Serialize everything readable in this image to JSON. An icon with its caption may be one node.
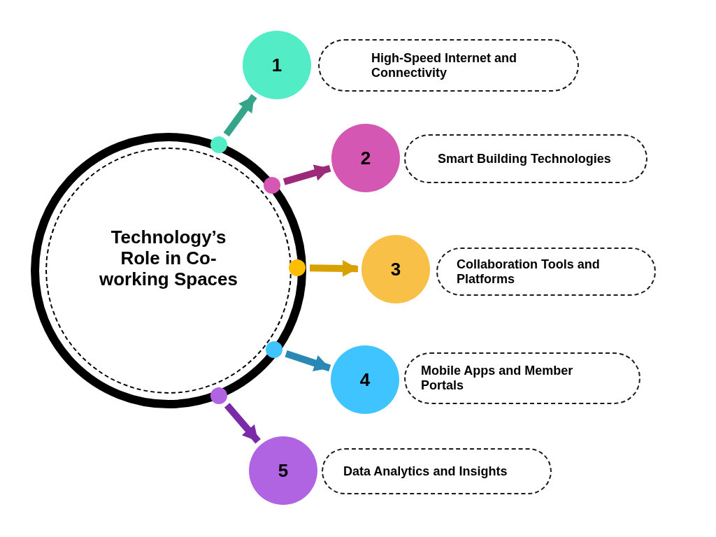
{
  "diagram": {
    "nodes": [
      {
        "text": [
          "Technology’s Role in Co-working Spaces"
        ]
      },
      {
        "text": [],
        "shape": "circle",
        "in": 0
      },
      {
        "text": [
          "1"
        ]
      },
      {
        "text": [
          "High-Speed Internet and Connectivity"
        ]
      },
      {
        "text": [],
        "shape": "circle",
        "in": 0
      },
      {
        "text": [
          "2"
        ]
      },
      {
        "text": [
          "Smart Building Technologies"
        ]
      },
      {
        "text": [],
        "shape": "circle",
        "in": 0
      },
      {
        "text": [
          "3"
        ]
      },
      {
        "text": [
          "Collaboration Tools and Platforms"
        ]
      },
      {
        "text": [],
        "shape": "circle",
        "in": 0
      },
      {
        "text": [
          "4"
        ]
      },
      {
        "text": [
          "Mobile Apps and Member Portals"
        ]
      },
      {
        "text": [],
        "shape": "circle",
        "in": 0
      },
      {
        "text": [
          "5"
        ]
      },
      {
        "text": [
          "Data Analytics and Insights"
        ]
      }
    ],
    "edges": [
      {
        "from": 1,
        "to": 2,
        "arrow": "to",
        "color": "#35a58a"
      },
      {
        "from": 4,
        "to": 5,
        "arrow": "to",
        "color": "#9b2a7a"
      },
      {
        "from": 7,
        "to": 8,
        "arrow": "to",
        "color": "#d9a100"
      },
      {
        "from": 10,
        "to": 11,
        "arrow": "to",
        "color": "#2a88b5"
      },
      {
        "from": 13,
        "to": 14,
        "arrow": "to",
        "color": "#7a2aa8"
      }
    ]
  }
}
